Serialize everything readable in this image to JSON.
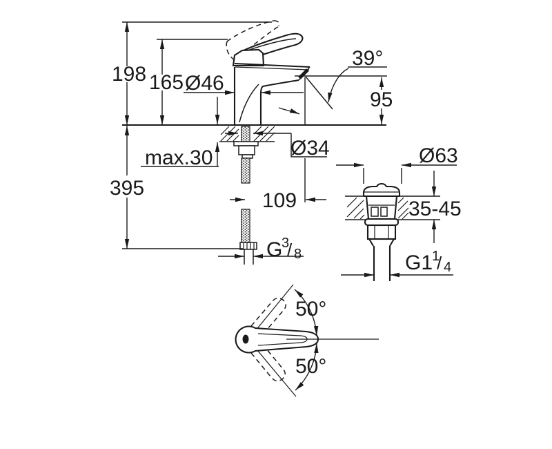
{
  "page": {
    "background": "#ffffff",
    "line_color": "#1a1a1a"
  },
  "faucet_view": {
    "height_total": "198",
    "height_to_spout": "165",
    "body_diameter": "Ø46",
    "stream_angle": "39°",
    "spout_height": "95",
    "deck_thickness_max": "max.30",
    "hole_diameter": "Ø34",
    "supply_length": "395",
    "spout_projection": "109",
    "supply_thread": {
      "main": "G",
      "numerator": "3",
      "slash": "/",
      "denominator": "8"
    }
  },
  "drain_view": {
    "flange_diameter": "Ø63",
    "deck_thickness_range": "35-45",
    "thread": {
      "main": "G1",
      "numerator": "1",
      "slash": "/",
      "denominator": "4"
    }
  },
  "handle_view": {
    "swing_angle_up": "50°",
    "swing_angle_down": "50°"
  }
}
